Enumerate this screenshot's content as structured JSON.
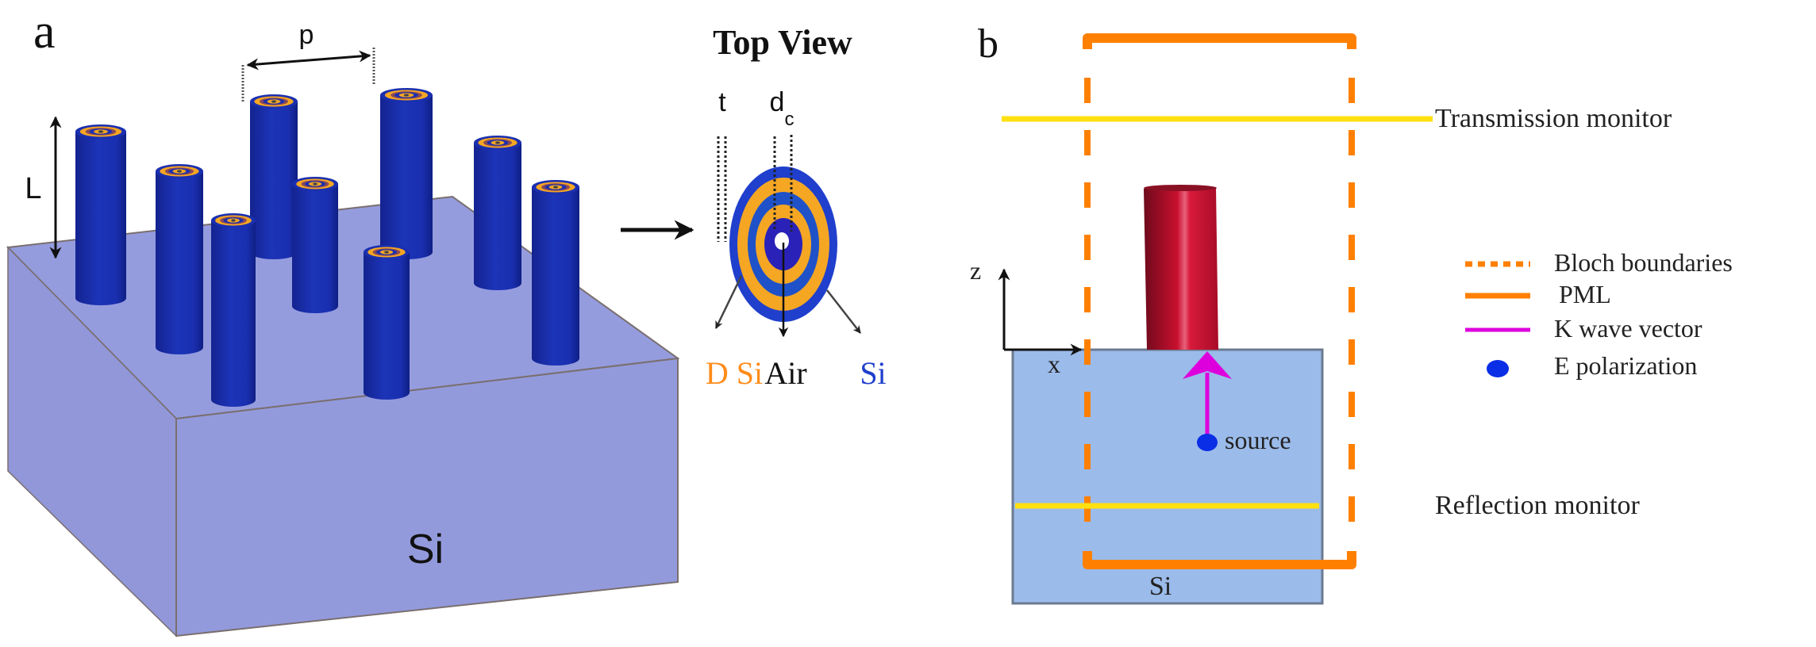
{
  "panel_a": {
    "label": "a",
    "dimension_labels": {
      "pitch": "p",
      "length": "L"
    },
    "substrate_label": "Si",
    "top_view": {
      "title": "Top View",
      "dim_thickness": "t",
      "dim_core_main": "d",
      "dim_core_sub": "c",
      "materials": [
        {
          "label": "D Si",
          "color": "#ff8c1a"
        },
        {
          "label": "Air",
          "color": "#111111"
        },
        {
          "label": "Si",
          "color": "#1f3fcc"
        }
      ]
    },
    "colors": {
      "substrate": "#959cde",
      "nanowire": "#1a2fb0",
      "shell_orange": "#f5a623"
    }
  },
  "panel_b": {
    "label": "b",
    "axis_z": "z",
    "axis_x": "x",
    "substrate_label": "Si",
    "source_label": "source",
    "transmission_label": "Transmission monitor",
    "reflection_label": "Reflection monitor",
    "legend": [
      {
        "label": "Bloch boundaries",
        "style": "dotted",
        "color": "#ff8000"
      },
      {
        "label": "PML",
        "style": "solid",
        "color": "#ff8000"
      },
      {
        "label": "K wave vector",
        "style": "solid",
        "color": "#dd00dd"
      },
      {
        "label": "E polarization",
        "style": "dot",
        "color": "#0a2ee6"
      }
    ],
    "colors": {
      "substrate": "#9bbbea",
      "monitor": "#ffe011",
      "pml": "#ff8000",
      "nanowire": "#c0102e",
      "k_vector": "#dd00dd",
      "polarization": "#0a2ee6"
    }
  }
}
